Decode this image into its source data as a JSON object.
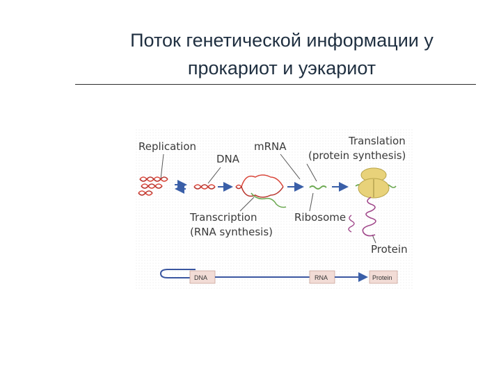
{
  "slide": {
    "title_line1": "Поток генетической информации у",
    "title_line2": "прокариот и уэкариот"
  },
  "diagram": {
    "labels": {
      "replication": "Replication",
      "dna": "DNA",
      "mrna": "mRNA",
      "translation_line1": "Translation",
      "translation_line2": "(protein synthesis)",
      "transcription_line1": "Transcription",
      "transcription_line2": "(RNA synthesis)",
      "ribosome": "Ribosome",
      "protein": "Protein"
    },
    "flow_boxes": {
      "dna": "DNA",
      "rna": "RNA",
      "protein": "Protein"
    },
    "colors": {
      "dna_strand": "#d9463a",
      "mrna_strand": "#6aa84f",
      "protein_chain": "#a0478a",
      "ribosome": "#e8d27a",
      "arrow": "#3a5fa8",
      "flow_line": "#3a56a0",
      "box_fill": "#f2dcd6",
      "background_dots": "#e9e9e9"
    }
  }
}
